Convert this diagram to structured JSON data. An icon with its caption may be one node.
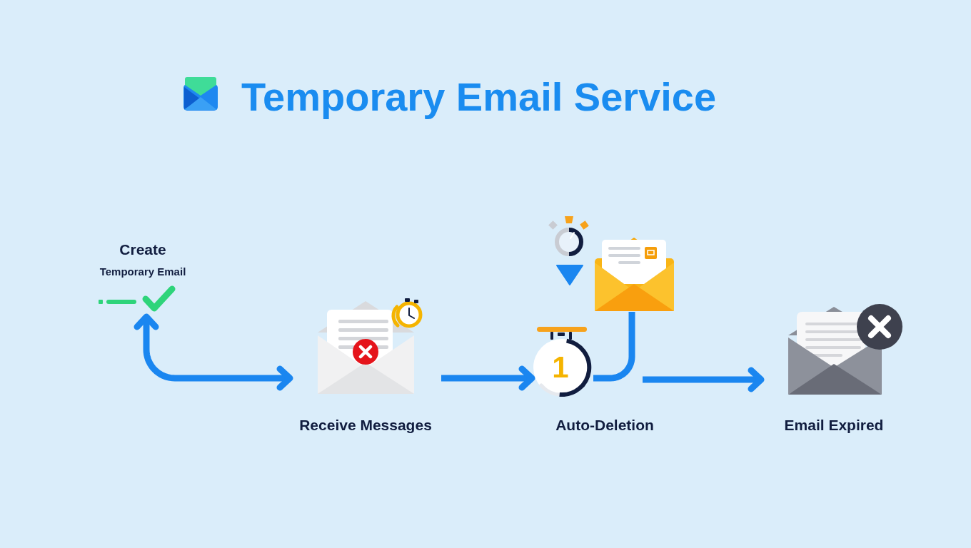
{
  "diagram": {
    "title": "Temporary Email Service",
    "nodes": [
      {
        "text": [
          "Create",
          "Temporary Email"
        ]
      },
      {
        "text": [
          "Receive Messages"
        ]
      },
      {
        "text": [
          "1"
        ],
        "beside": [
          "Auto-Deletion"
        ]
      },
      {
        "text": [],
        "shape": "picture"
      },
      {
        "text": [
          "Email Expired"
        ]
      }
    ],
    "edges": [
      {
        "from": 0,
        "to": 1,
        "arrow": "both"
      },
      {
        "from": 1,
        "to": 2,
        "arrow": "to"
      },
      {
        "from": 3,
        "to": 2,
        "arrow": "none"
      },
      {
        "from": null,
        "to": 4,
        "arrow": "to"
      }
    ]
  }
}
